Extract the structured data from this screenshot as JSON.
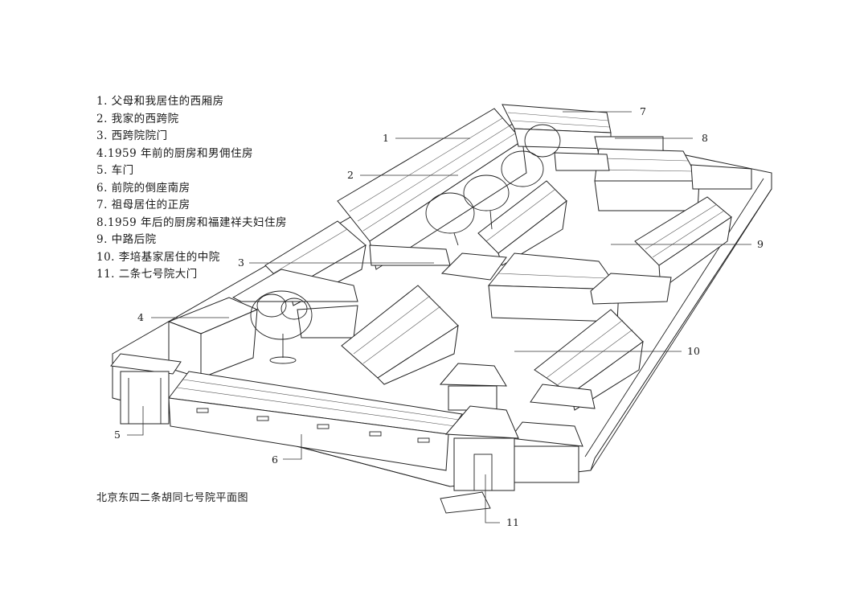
{
  "legend": [
    "1. 父母和我居住的西厢房",
    "2. 我家的西跨院",
    "3. 西跨院院门",
    "4.1959 年前的厨房和男佣住房",
    "5. 车门",
    "6. 前院的倒座南房",
    "7. 祖母居住的正房",
    "8.1959 年后的厨房和福建祥夫妇住房",
    "9. 中路后院",
    "10. 李培基家居住的中院",
    "11. 二条七号院大门"
  ],
  "caption": "北京东四二条胡同七号院平面图",
  "callouts": {
    "c1": "1",
    "c2": "2",
    "c3": "3",
    "c4": "4",
    "c5": "5",
    "c6": "6",
    "c7": "7",
    "c8": "8",
    "c9": "9",
    "c10": "10",
    "c11": "11"
  },
  "colors": {
    "ink": "#222222",
    "paper": "#ffffff"
  }
}
